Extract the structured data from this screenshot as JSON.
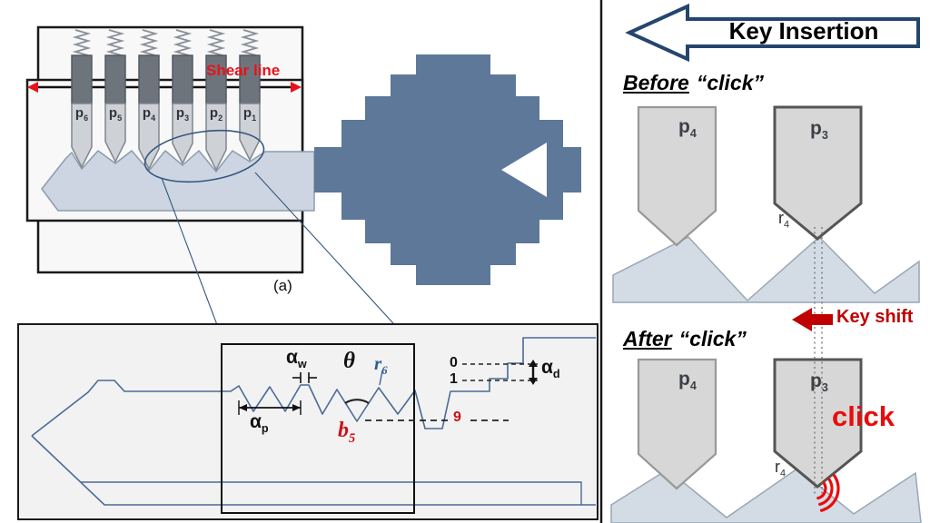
{
  "lock_panel": {
    "caption": "(a)",
    "shear_line_label": "Shear line",
    "pin_labels": [
      {
        "base": "p",
        "sub": "6"
      },
      {
        "base": "p",
        "sub": "5"
      },
      {
        "base": "p",
        "sub": "4"
      },
      {
        "base": "p",
        "sub": "3"
      },
      {
        "base": "p",
        "sub": "2"
      },
      {
        "base": "p",
        "sub": "1"
      }
    ]
  },
  "zoom_panel": {
    "alpha_w": {
      "base": "α",
      "sub": "w"
    },
    "theta": "θ",
    "r6": {
      "base": "r",
      "sub": "6"
    },
    "alpha_p": {
      "base": "α",
      "sub": "p"
    },
    "b5": {
      "base": "b",
      "sub": "5"
    },
    "depth_0": "0",
    "depth_1": "1",
    "depth_9": "9",
    "alpha_d": {
      "base": "α",
      "sub": "d"
    }
  },
  "right_panel": {
    "key_insertion_label": "Key Insertion",
    "before_word": "Before",
    "before_quote": "“click”",
    "after_word": "After",
    "after_quote": "“click”",
    "key_shift_label": "Key shift",
    "click_label": "click",
    "before": {
      "p4": {
        "base": "p",
        "sub": "4"
      },
      "p3": {
        "base": "p",
        "sub": "3"
      },
      "r4": {
        "base": "r",
        "sub": "4"
      }
    },
    "after": {
      "p4": {
        "base": "p",
        "sub": "4"
      },
      "p3": {
        "base": "p",
        "sub": "3"
      },
      "r4": {
        "base": "r",
        "sub": "4"
      }
    }
  },
  "colors": {
    "red": "#e8121c",
    "navy": "#24466e",
    "bow_blue": "#5d7899",
    "key_light": "#ccd5e1"
  }
}
